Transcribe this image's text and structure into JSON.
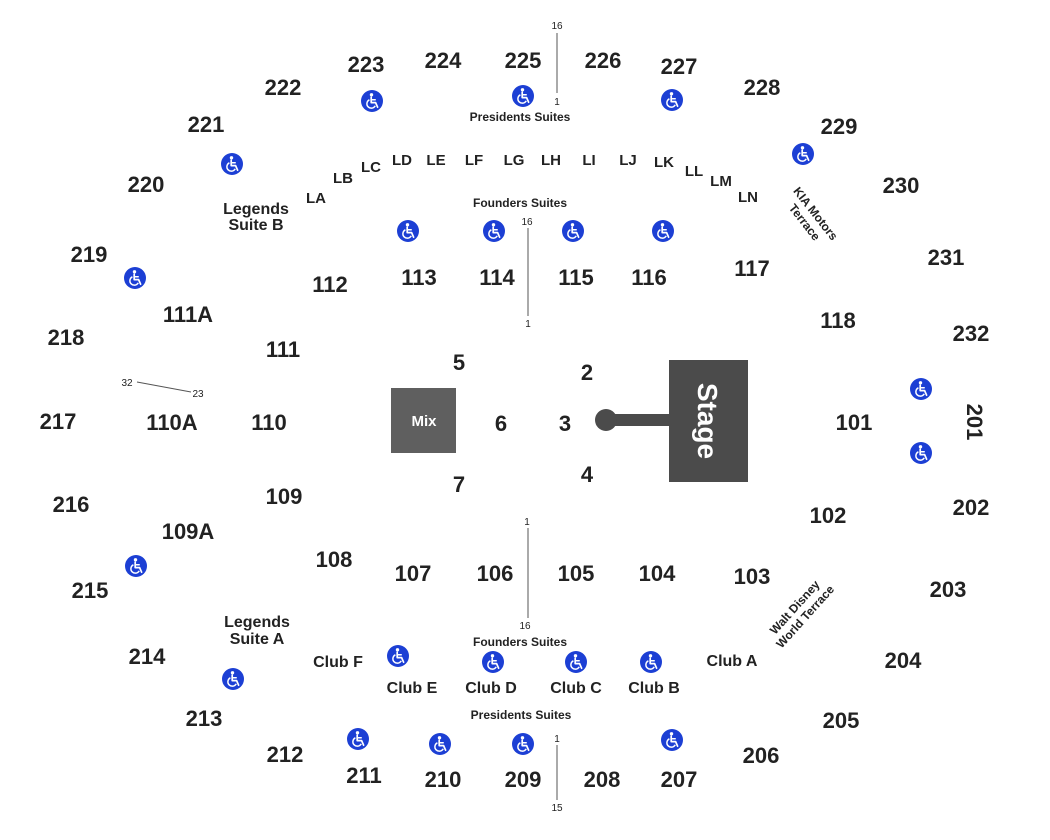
{
  "colors": {
    "accessible": "#1c3fd4",
    "stage": "#4b4b4b",
    "mix": "#5f5f5f",
    "text": "#222222"
  },
  "icons": {
    "accessible": "wheelchair-icon"
  },
  "stage_label": "Stage",
  "mix_label": "Mix",
  "floor": {
    "s2": "2",
    "s3": "3",
    "s4": "4",
    "s5": "5",
    "s6": "6",
    "s7": "7"
  },
  "lower": {
    "s101": "101",
    "s102": "102",
    "s103": "103",
    "s104": "104",
    "s105": "105",
    "s106": "106",
    "s107": "107",
    "s108": "108",
    "s109": "109",
    "s109A": "109A",
    "s110": "110",
    "s110A": "110A",
    "s111": "111",
    "s111A": "111A",
    "s112": "112",
    "s113": "113",
    "s114": "114",
    "s115": "115",
    "s116": "116",
    "s117": "117",
    "s118": "118"
  },
  "upper": {
    "s201": "201",
    "s202": "202",
    "s203": "203",
    "s204": "204",
    "s205": "205",
    "s206": "206",
    "s207": "207",
    "s208": "208",
    "s209": "209",
    "s210": "210",
    "s211": "211",
    "s212": "212",
    "s213": "213",
    "s214": "214",
    "s215": "215",
    "s216": "216",
    "s217": "217",
    "s218": "218",
    "s219": "219",
    "s220": "220",
    "s221": "221",
    "s222": "222",
    "s223": "223",
    "s224": "224",
    "s225": "225",
    "s226": "226",
    "s227": "227",
    "s228": "228",
    "s229": "229",
    "s230": "230",
    "s231": "231",
    "s232": "232"
  },
  "loge": [
    "LA",
    "LB",
    "LC",
    "LD",
    "LE",
    "LF",
    "LG",
    "LH",
    "LI",
    "LJ",
    "LK",
    "LL",
    "LM",
    "LN"
  ],
  "areas": {
    "presidents_top": "Presidents Suites",
    "presidents_bottom": "Presidents Suites",
    "founders_top": "Founders Suites",
    "founders_bottom": "Founders Suites",
    "legends_b": [
      "Legends",
      "Suite B"
    ],
    "legends_a": [
      "Legends",
      "Suite A"
    ],
    "kia": [
      "KIA Motors",
      "Terrace"
    ],
    "disney": [
      "Walt Disney",
      "World Terrace"
    ],
    "club_a": "Club A",
    "club_b": "Club B",
    "club_c": "Club C",
    "club_d": "Club D",
    "club_e": "Club E",
    "club_f": "Club F"
  },
  "row_numbers": {
    "top_upper_hi": "16",
    "top_upper_lo": "1",
    "founders_top_hi": "16",
    "founders_top_lo": "1",
    "founders_bot_lo": "1",
    "founders_bot_hi": "16",
    "bot_upper_lo": "1",
    "bot_upper_hi": "15",
    "left_a": "32",
    "left_b": "23"
  }
}
